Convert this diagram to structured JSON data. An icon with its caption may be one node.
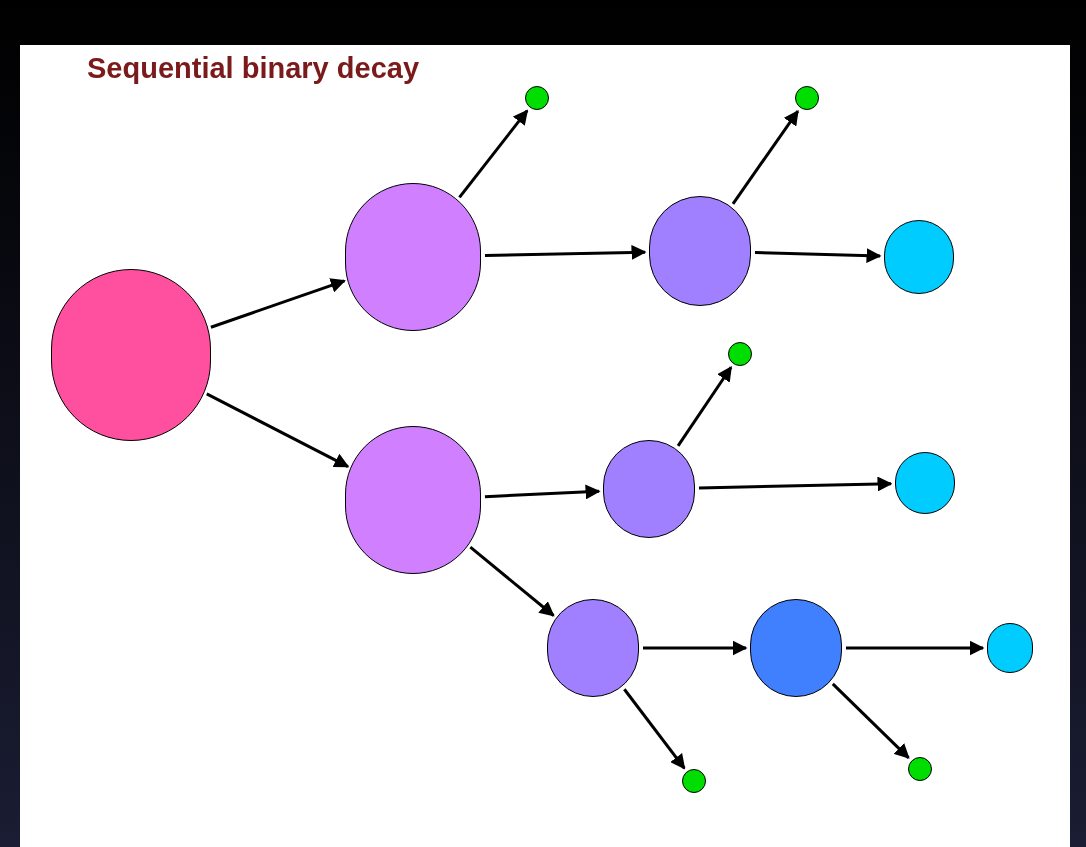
{
  "diagram": {
    "title": "Sequential binary decay",
    "nodes": [
      {
        "text": [],
        "shape": "circle"
      },
      {
        "text": [],
        "shape": "circle"
      },
      {
        "text": [],
        "shape": "circle"
      },
      {
        "text": [],
        "shape": "circle"
      },
      {
        "text": [],
        "shape": "circle"
      },
      {
        "text": [],
        "shape": "circle"
      },
      {
        "text": [],
        "shape": "circle"
      },
      {
        "text": [],
        "shape": "circle"
      },
      {
        "text": [],
        "shape": "circle"
      },
      {
        "text": [],
        "shape": "circle"
      },
      {
        "text": [],
        "shape": "circle"
      },
      {
        "text": [],
        "shape": "circle"
      },
      {
        "text": [],
        "shape": "circle"
      },
      {
        "text": [],
        "shape": "circle"
      },
      {
        "text": [],
        "shape": "circle"
      }
    ],
    "edges": [
      {
        "from": 0,
        "to": 1,
        "arrow": "to"
      },
      {
        "from": 0,
        "to": 2,
        "arrow": "to"
      },
      {
        "from": 1,
        "to": 3,
        "arrow": "to"
      },
      {
        "from": 1,
        "to": 4,
        "arrow": "to"
      },
      {
        "from": 4,
        "to": 5,
        "arrow": "to"
      },
      {
        "from": 4,
        "to": 6,
        "arrow": "to"
      },
      {
        "from": 8,
        "to": 7,
        "arrow": "to"
      },
      {
        "from": 2,
        "to": 8,
        "arrow": "to"
      },
      {
        "from": 8,
        "to": 9,
        "arrow": "to"
      },
      {
        "from": 2,
        "to": 10,
        "arrow": "to"
      },
      {
        "from": 10,
        "to": 11,
        "arrow": "to"
      },
      {
        "from": 11,
        "to": 12,
        "arrow": "to"
      },
      {
        "from": 10,
        "to": 13,
        "arrow": "to"
      },
      {
        "from": 11,
        "to": 14,
        "arrow": "to"
      }
    ]
  }
}
